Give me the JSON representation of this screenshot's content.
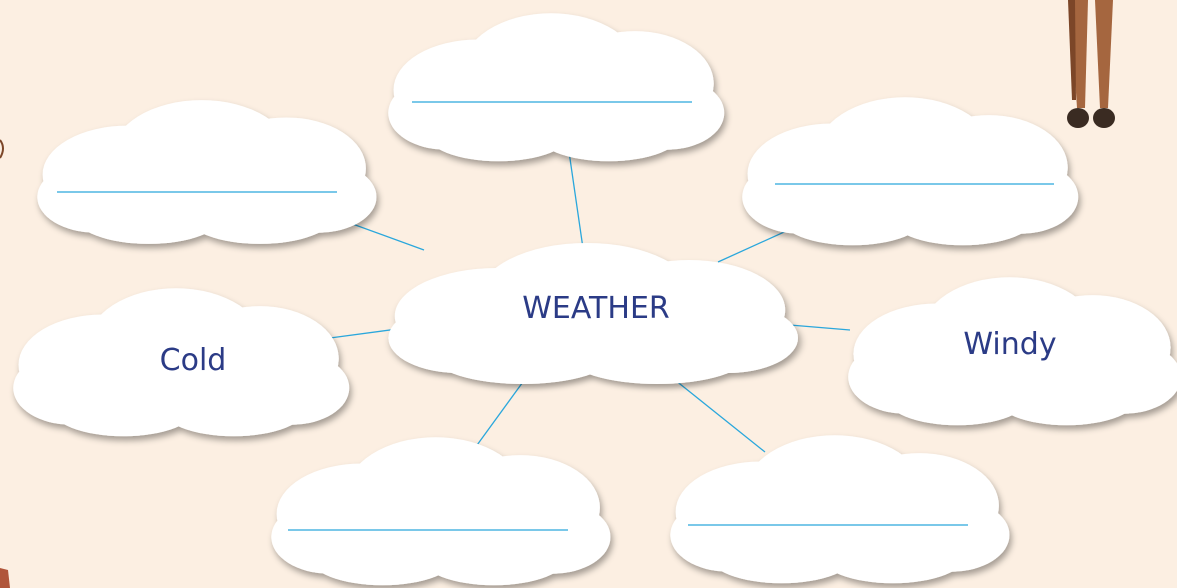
{
  "center": {
    "label": "WEATHER"
  },
  "clouds": [
    {
      "id": "top-center",
      "label": "",
      "has_blank": true
    },
    {
      "id": "top-left",
      "label": "",
      "has_blank": true
    },
    {
      "id": "top-right",
      "label": "",
      "has_blank": true
    },
    {
      "id": "middle-left",
      "label": "Cold",
      "has_blank": false
    },
    {
      "id": "middle-right",
      "label": "Windy",
      "has_blank": false
    },
    {
      "id": "bottom-left",
      "label": "",
      "has_blank": true
    },
    {
      "id": "bottom-right",
      "label": "",
      "has_blank": true
    }
  ],
  "colors": {
    "background": "#fcefe2",
    "cloud_fill": "#ffffff",
    "connector": "#2aa7dc",
    "text": "#2b3b86",
    "figure_legs": "#a5663f",
    "figure_shoes": "#3a2b22"
  }
}
